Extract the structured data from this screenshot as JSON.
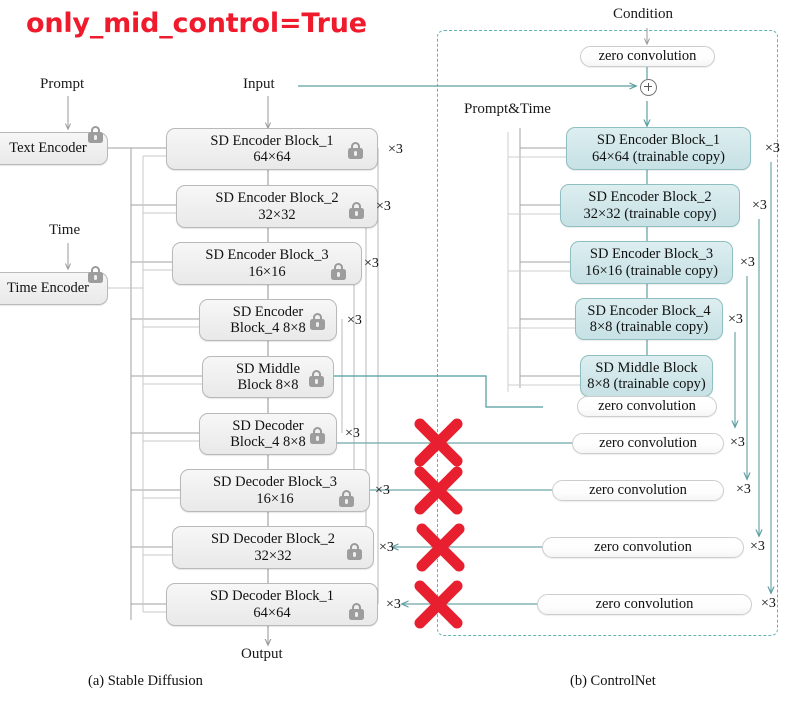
{
  "title": "only_mid_control=True",
  "colors": {
    "title_red": "#ef1b2c",
    "teal": "#4e9a9c",
    "teal_dash": "#63b3b6",
    "gray_wire": "#9a9a9a",
    "x_red": "#e81f2e"
  },
  "labels": {
    "prompt": "Prompt",
    "input": "Input",
    "time": "Time",
    "output": "Output",
    "condition": "Condition",
    "prompt_time": "Prompt&Time"
  },
  "captions": {
    "left": "(a) Stable Diffusion",
    "right": "(b) ControlNet"
  },
  "repeat_marker": "×3",
  "left_panel": {
    "encoders": [
      {
        "name": "text-encoder",
        "line1": "Text Encoder",
        "line2": ""
      },
      {
        "name": "time-encoder",
        "line1": "Time Encoder",
        "line2": ""
      }
    ],
    "blocks": [
      {
        "name": "sd-encoder-block-1",
        "line1": "SD Encoder Block_1",
        "line2": "64×64",
        "repeat": "×3"
      },
      {
        "name": "sd-encoder-block-2",
        "line1": "SD Encoder Block_2",
        "line2": "32×32",
        "repeat": "×3"
      },
      {
        "name": "sd-encoder-block-3",
        "line1": "SD Encoder Block_3",
        "line2": "16×16",
        "repeat": "×3"
      },
      {
        "name": "sd-encoder-block-4",
        "line1": "SD Encoder",
        "line2": "Block_4 8×8",
        "repeat": "×3"
      },
      {
        "name": "sd-middle-block",
        "line1": "SD Middle",
        "line2": "Block 8×8",
        "repeat": ""
      },
      {
        "name": "sd-decoder-block-4",
        "line1": "SD Decoder",
        "line2": "Block_4 8×8",
        "repeat": "×3"
      },
      {
        "name": "sd-decoder-block-3",
        "line1": "SD Decoder Block_3",
        "line2": "16×16",
        "repeat": "×3"
      },
      {
        "name": "sd-decoder-block-2",
        "line1": "SD Decoder Block_2",
        "line2": "32×32",
        "repeat": "×3"
      },
      {
        "name": "sd-decoder-block-1",
        "line1": "SD Decoder Block_1",
        "line2": "64×64",
        "repeat": "×3"
      }
    ]
  },
  "right_panel": {
    "top_zero_conv": "zero convolution",
    "blocks": [
      {
        "name": "cn-encoder-block-1",
        "line1": "SD Encoder Block_1",
        "line2": "64×64 (trainable copy)",
        "repeat": "×3"
      },
      {
        "name": "cn-encoder-block-2",
        "line1": "SD Encoder Block_2",
        "line2": "32×32 (trainable copy)",
        "repeat": "×3"
      },
      {
        "name": "cn-encoder-block-3",
        "line1": "SD Encoder Block_3",
        "line2": "16×16 (trainable copy)",
        "repeat": "×3"
      },
      {
        "name": "cn-encoder-block-4",
        "line1": "SD Encoder Block_4",
        "line2": "8×8 (trainable copy)",
        "repeat": "×3"
      },
      {
        "name": "cn-middle-block",
        "line1": "SD Middle Block",
        "line2": "8×8 (trainable copy)",
        "repeat": ""
      }
    ],
    "zero_convs": [
      {
        "name": "zero-conv-middle",
        "label": "zero convolution",
        "repeat": ""
      },
      {
        "name": "zero-conv-1",
        "label": "zero convolution",
        "repeat": "×3"
      },
      {
        "name": "zero-conv-2",
        "label": "zero convolution",
        "repeat": "×3"
      },
      {
        "name": "zero-conv-3",
        "label": "zero convolution",
        "repeat": "×3"
      },
      {
        "name": "zero-conv-4",
        "label": "zero convolution",
        "repeat": "×3"
      }
    ]
  },
  "annotations": {
    "crossed_out_count": 4,
    "crossed_out_meaning": "decoder skip injections disabled"
  }
}
